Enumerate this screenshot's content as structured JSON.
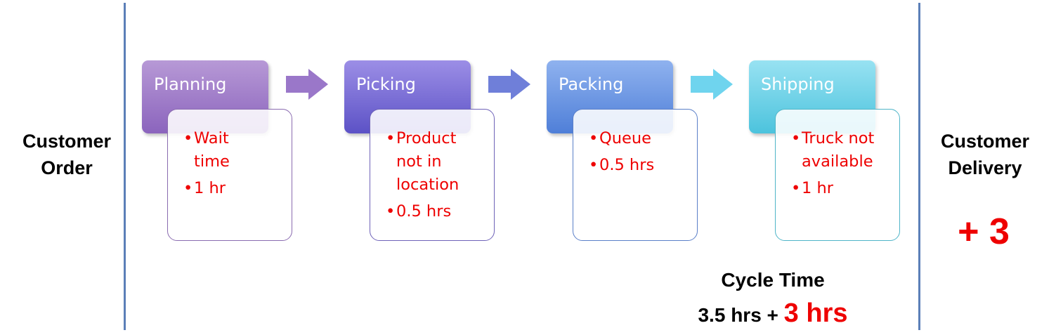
{
  "left_label": "Customer\nOrder",
  "right_label": "Customer\nDelivery",
  "delivery_delta": "+ 3",
  "stages": [
    {
      "title": "Planning",
      "bullets": [
        "Wait time",
        "1 hr"
      ],
      "color_top": "#b799d6",
      "color_bottom": "#8b64bd",
      "border": "#8a6bb0"
    },
    {
      "title": "Picking",
      "bullets": [
        "Product not in location",
        "0.5 hrs"
      ],
      "color_top": "#9c8ee6",
      "color_bottom": "#5c52c6",
      "border": "#6e62b8"
    },
    {
      "title": "Packing",
      "bullets": [
        "Queue",
        "0.5 hrs"
      ],
      "color_top": "#8fb2ef",
      "color_bottom": "#4f7fd8",
      "border": "#5a7fc8"
    },
    {
      "title": "Shipping",
      "bullets": [
        "Truck not available",
        "1 hr"
      ],
      "color_top": "#98e2f2",
      "color_bottom": "#4cc3dd",
      "border": "#4fb5c8"
    }
  ],
  "arrow_colors": [
    "#9a77c9",
    "#6f7fd9",
    "#6fd4ee"
  ],
  "cycle": {
    "title": "Cycle Time",
    "base": "3.5 hrs +",
    "extra": "3 hrs"
  },
  "colors": {
    "divider": "#5b7fb8",
    "highlight": "#ee0000"
  }
}
